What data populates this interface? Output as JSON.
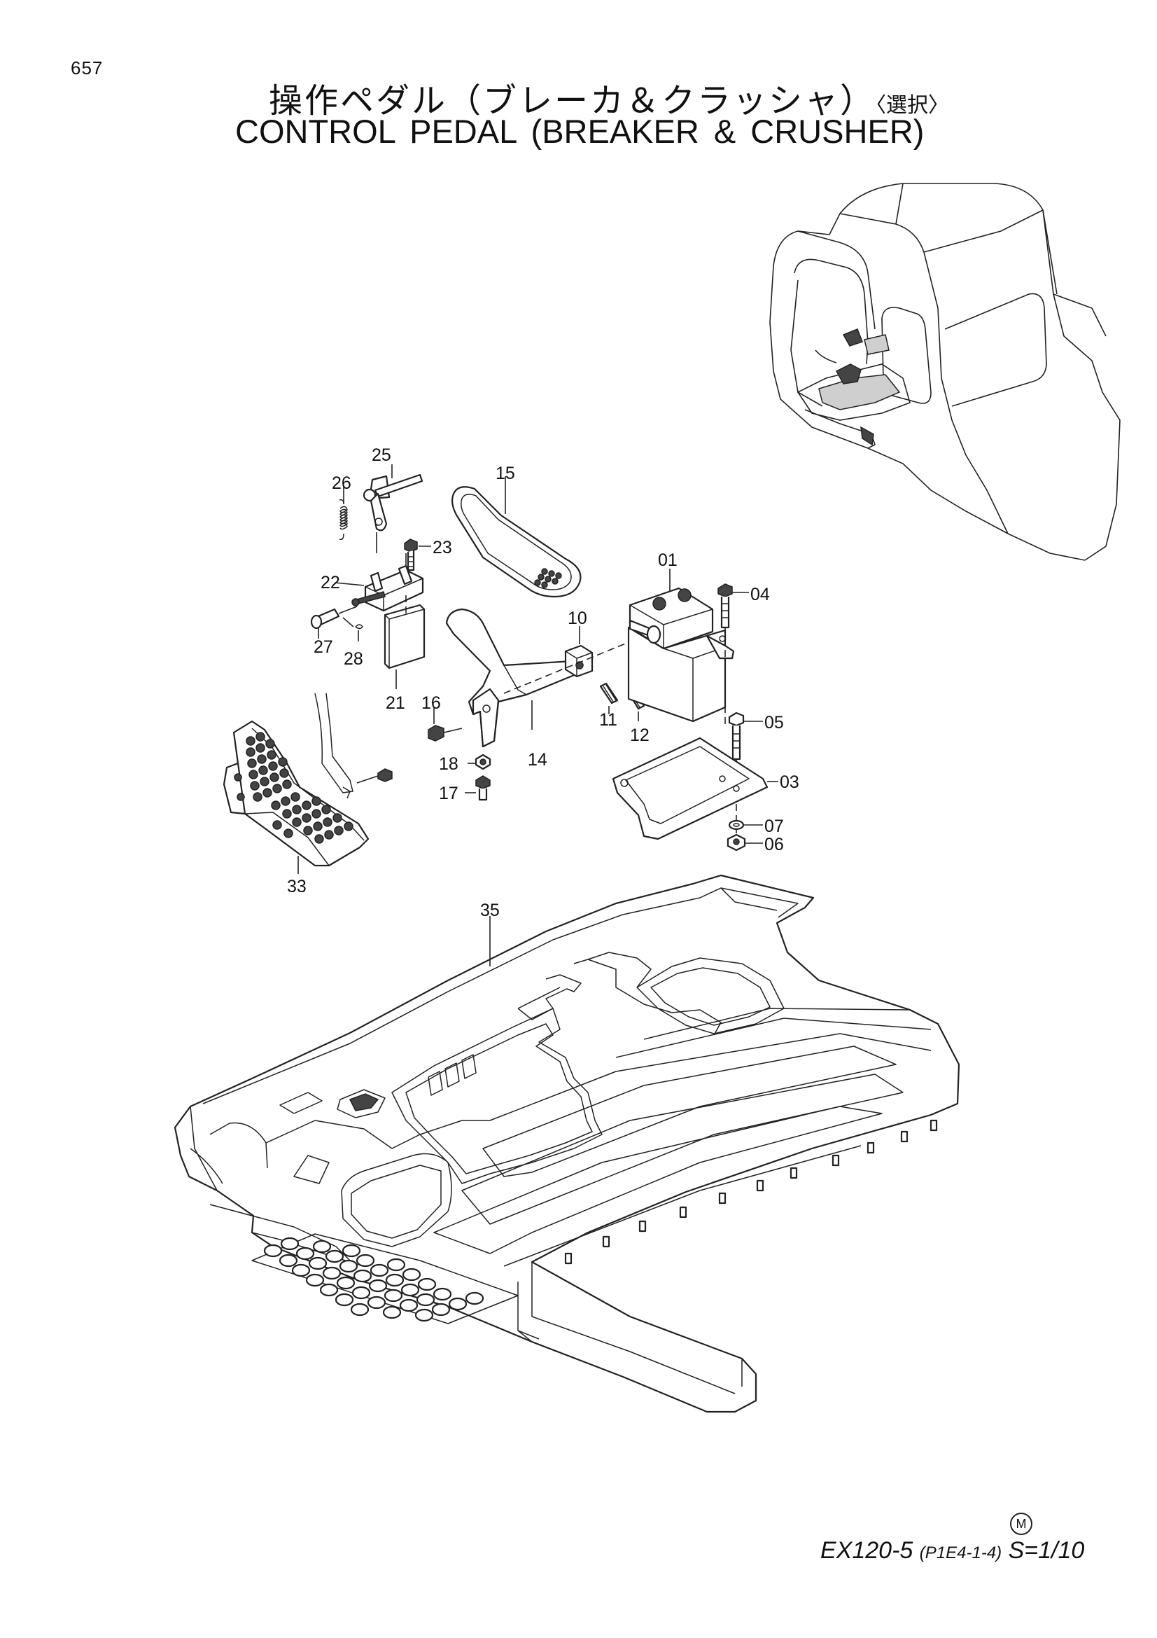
{
  "page_number": "657",
  "title_jp": "操作ペダル（ブレーカ＆クラッシャ）",
  "title_jp_option": "〈選択〉",
  "title_en": "CONTROL  PEDAL  (BREAKER & CRUSHER)",
  "marker": "M",
  "footer": {
    "model": "EX120-5",
    "ref": "(P1E4-1-4)",
    "scale": "S=1/10"
  },
  "part_numbers": {
    "p01": "01",
    "p03": "03",
    "p04": "04",
    "p05": "05",
    "p06": "06",
    "p07": "07",
    "p10": "10",
    "p11": "11",
    "p12": "12",
    "p14": "14",
    "p15": "15",
    "p16": "16",
    "p17": "17",
    "p18": "18",
    "p21": "21",
    "p22": "22",
    "p23": "23",
    "p25": "25",
    "p26": "26",
    "p27": "27",
    "p28": "28",
    "p33": "33",
    "p35": "35"
  }
}
